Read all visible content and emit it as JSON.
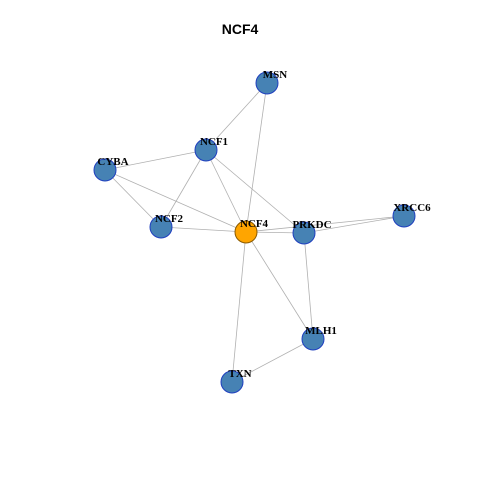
{
  "title": "NCF4",
  "colors": {
    "node_fill": "#4682B4",
    "node_stroke": "#1f3fbf",
    "center_fill": "#FFA500",
    "center_stroke": "#8a5a00",
    "edge": "#b0b0b0"
  },
  "nodes": [
    {
      "id": "NCF4",
      "label": "NCF4",
      "center": true
    },
    {
      "id": "MSN",
      "label": "MSN",
      "center": false
    },
    {
      "id": "NCF1",
      "label": "NCF1",
      "center": false
    },
    {
      "id": "CYBA",
      "label": "CYBA",
      "center": false
    },
    {
      "id": "NCF2",
      "label": "NCF2",
      "center": false
    },
    {
      "id": "PRKDC",
      "label": "PRKDC",
      "center": false
    },
    {
      "id": "XRCC6",
      "label": "XRCC6",
      "center": false
    },
    {
      "id": "MLH1",
      "label": "MLH1",
      "center": false
    },
    {
      "id": "TXN",
      "label": "TXN",
      "center": false
    }
  ],
  "edges": [
    [
      "MSN",
      "NCF1"
    ],
    [
      "MSN",
      "NCF4"
    ],
    [
      "NCF1",
      "CYBA"
    ],
    [
      "NCF1",
      "NCF2"
    ],
    [
      "NCF1",
      "NCF4"
    ],
    [
      "NCF1",
      "PRKDC"
    ],
    [
      "CYBA",
      "NCF2"
    ],
    [
      "CYBA",
      "NCF4"
    ],
    [
      "NCF2",
      "NCF4"
    ],
    [
      "NCF4",
      "PRKDC"
    ],
    [
      "NCF4",
      "XRCC6"
    ],
    [
      "NCF4",
      "MLH1"
    ],
    [
      "NCF4",
      "TXN"
    ],
    [
      "PRKDC",
      "XRCC6"
    ],
    [
      "PRKDC",
      "MLH1"
    ],
    [
      "MLH1",
      "TXN"
    ]
  ]
}
